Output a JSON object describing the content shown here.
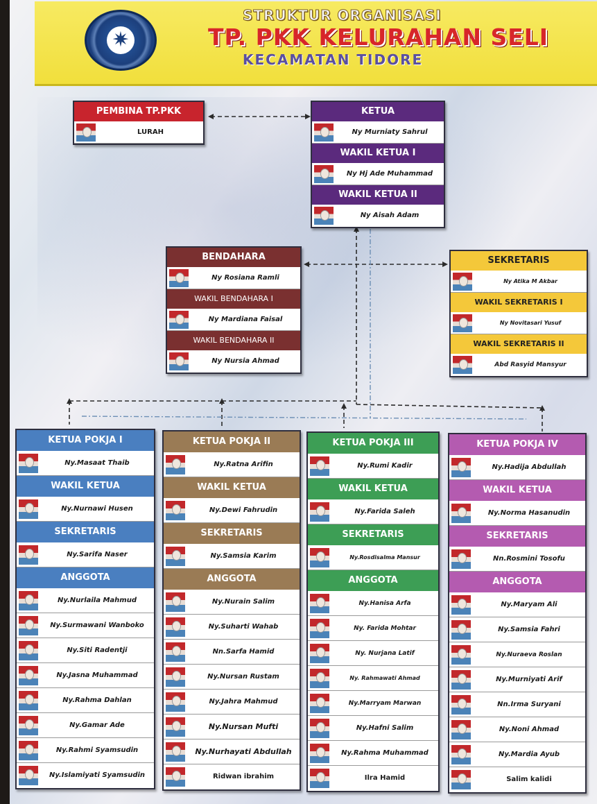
{
  "header": {
    "line1": "STRUKTUR ORGANISASI",
    "line2": "TP. PKK KELURAHAN SELI",
    "line3": "KECAMATAN TIDORE"
  },
  "pembina": {
    "title": "PEMBINA TP.PKK",
    "name": "LURAH"
  },
  "ketua": {
    "title": "KETUA",
    "name": "Ny Murniaty Sahrul",
    "wakil1_title": "WAKIL KETUA I",
    "wakil1_name": "Ny Hj Ade Muhammad",
    "wakil2_title": "WAKIL KETUA II",
    "wakil2_name": "Ny Aisah Adam"
  },
  "bendahara": {
    "title": "BENDAHARA",
    "name": "Ny Rosiana Ramli",
    "wakil1_title": "WAKIL BENDAHARA I",
    "wakil1_name": "Ny Mardiana Faisal",
    "wakil2_title": "WAKIL BENDAHARA II",
    "wakil2_name": "Ny Nursia Ahmad"
  },
  "sekretaris": {
    "title": "SEKRETARIS",
    "name": "Ny Atika M Akbar",
    "wakil1_title": "WAKIL SEKRETARIS I",
    "wakil1_name": "Ny Novitasari Yusuf",
    "wakil2_title": "WAKIL SEKRETARIS II",
    "wakil2_name": "Abd Rasyid Mansyur"
  },
  "pokja": [
    {
      "ketua_title": "KETUA POKJA I",
      "ketua": "Ny.Masaat Thaib",
      "wakil_title": "WAKIL KETUA",
      "wakil": "Ny.Nurnawi Husen",
      "sekretaris_title": "SEKRETARIS",
      "sekretaris": "Ny.Sarifa Naser",
      "anggota_title": "ANGGOTA",
      "anggota": [
        "Ny.Nurlaila Mahmud",
        "Ny.Surmawani Wanboko",
        "Ny.Siti Radentji",
        "Ny.Jasna Muhammad",
        "Ny.Rahma Dahlan",
        "Ny.Gamar Ade",
        "Ny.Rahmi Syamsudin",
        "Ny.Islamiyati Syamsudin"
      ]
    },
    {
      "ketua_title": "KETUA POKJA II",
      "ketua": "Ny.Ratna Arifin",
      "wakil_title": "WAKIL KETUA",
      "wakil": "Ny.Dewi Fahrudin",
      "sekretaris_title": "SEKRETARIS",
      "sekretaris": "Ny.Samsia Karim",
      "anggota_title": "ANGGOTA",
      "anggota": [
        "Ny.Nurain Salim",
        "Ny.Suharti Wahab",
        "Nn.Sarfa Hamid",
        "Ny.Nursan Rustam",
        "Ny.Jahra Mahmud",
        "Ny.Nursan Mufti",
        "Ny.Nurhayati Abdullah",
        "Ridwan ibrahim"
      ]
    },
    {
      "ketua_title": "KETUA POKJA III",
      "ketua": "Ny.Rumi Kadir",
      "wakil_title": "WAKIL KETUA",
      "wakil": "Ny.Farida Saleh",
      "sekretaris_title": "SEKRETARIS",
      "sekretaris": "Ny.Rosdisalma Mansur",
      "anggota_title": "ANGGOTA",
      "anggota": [
        "Ny.Hanisa Arfa",
        "Ny. Farida Mohtar",
        "Ny. Nurjana Latif",
        "Ny. Rahmawati Ahmad",
        "Ny.Marryam Marwan",
        "Ny.Hafni Salim",
        "Ny.Rahma Muhammad",
        "Ilra Hamid"
      ]
    },
    {
      "ketua_title": "KETUA POKJA IV",
      "ketua": "Ny.Hadija Abdullah",
      "wakil_title": "WAKIL KETUA",
      "wakil": "Ny.Norma Hasanudin",
      "sekretaris_title": "SEKRETARIS",
      "sekretaris": "Nn.Rosmini Tosofu",
      "anggota_title": "ANGGOTA",
      "anggota": [
        "Ny.Maryam Ali",
        "Ny.Samsia Fahri",
        "Ny.Nuraeva Roslan",
        "Ny.Murniyati Arif",
        "Nn.Irma Suryani",
        "Ny.Noni Ahmad",
        "Ny.Mardia Ayub",
        "Salim kalidi"
      ]
    }
  ],
  "colors": {
    "ketua": "#5b2a7d",
    "bendahara": "#7a3030",
    "sekretaris": "#f4c83a",
    "pembina": "#c8242d",
    "pokja1": "#4a7fc0",
    "pokja2": "#9a7b55",
    "pokja3": "#3d9e55",
    "pokja4": "#b45bb0"
  }
}
